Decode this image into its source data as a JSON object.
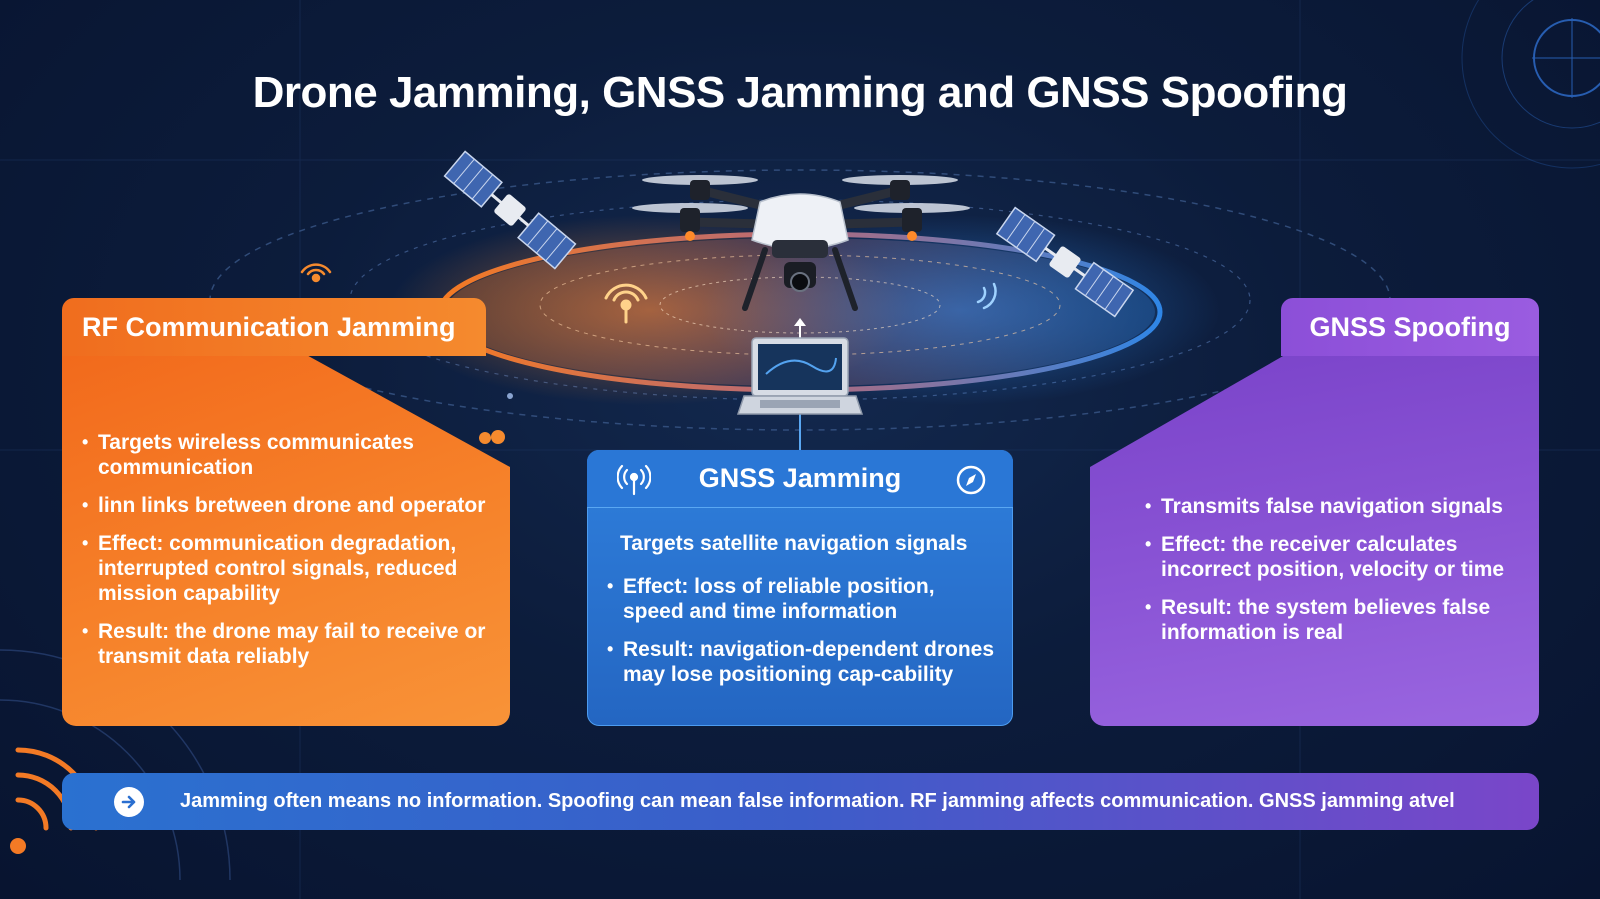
{
  "title": "Drone Jamming, GNSS Jamming and GNSS Spoofing",
  "colors": {
    "background": "#0c1c3b",
    "rf_orange": "#f37a25",
    "gnss_blue": "#2a77d6",
    "spoof_purple": "#8b55d6"
  },
  "rf_panel": {
    "header": "RF Communication Jamming",
    "bullets": [
      "Targets wireless communicates communication",
      "linn links  bretween drone and operator",
      "Effect: communication degradation, interrupted control signals, reduced mission capability",
      "Result: the drone may fail to receive or transmit data reliably"
    ]
  },
  "gnss_jamming": {
    "header": "GNSS Jamming",
    "intro": "Targets satellite navigation signals",
    "bullets": [
      "Effect: loss of reliable position, speed and time information",
      "Result: navigation-dependent drones may lose positioning cap-cability"
    ],
    "left_icon": "radio-tower-icon",
    "right_icon": "compass-icon"
  },
  "gnss_spoofing": {
    "header": "GNSS Spoofing",
    "bullets": [
      "Transmits false navigation signals",
      "Effect: the receiver calculates incorrect position, velocity or time",
      "Result: the system believes false information is real"
    ]
  },
  "footer": {
    "icon": "arrow-right-icon",
    "text": "Jamming often means no information. Spoofing can mean false information. RF jamming affects communication. GNSS jamming atvel"
  }
}
